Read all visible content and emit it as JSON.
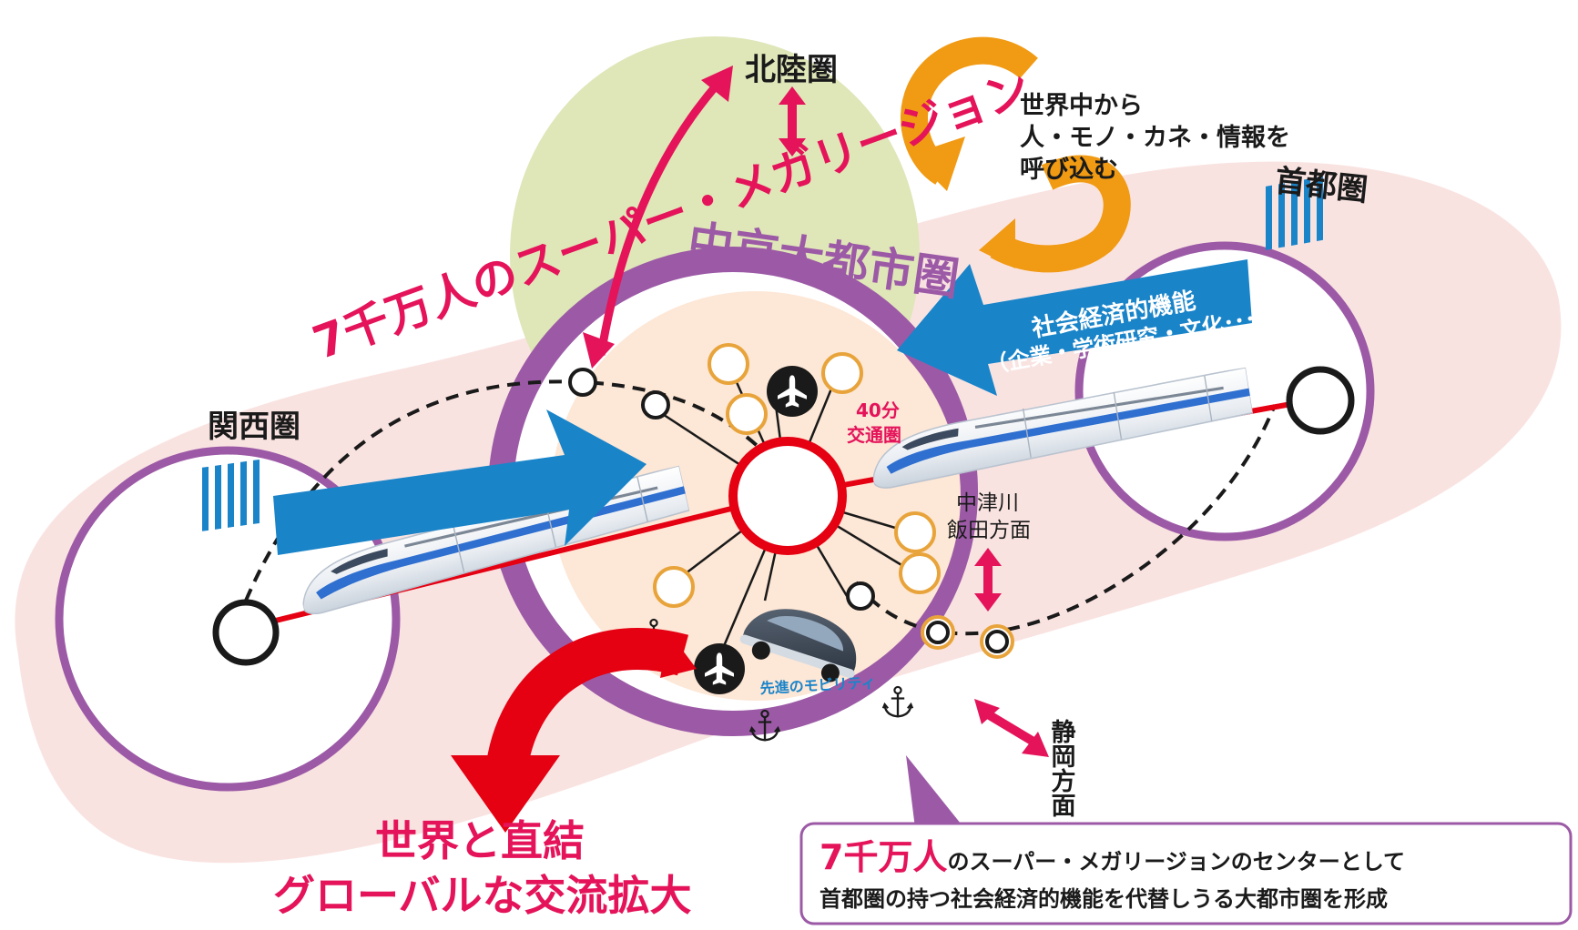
{
  "colors": {
    "pink_band": "#f9e3e1",
    "green_zone": "#dfe6b8",
    "peach_zone": "#fde7d6",
    "purple_ring": "#9c5aa6",
    "magenta": "#e4135a",
    "red": "#e50012",
    "blue": "#1a84c9",
    "orange": "#f19a13",
    "gold_node": "#e8a43b",
    "black": "#1a1a1a"
  },
  "labels": {
    "hokuriku": "北陸圏",
    "kansai": "関西圏",
    "shutoken": "首都圏",
    "chukyo": "中京大都市圏",
    "megaregion": "7千万人のスーパー・メガリージョン",
    "world_line1": "世界中から",
    "world_line2": "人・モノ・カネ・情報を",
    "world_line3": "呼び込む",
    "functions_line1": "社会経済的機能",
    "functions_line2": "（企業・学術研究・文化･･･）",
    "commute_line1": "40分",
    "commute_line2": "交通圏",
    "nakatsugawa_line1": "中津川",
    "nakatsugawa_line2": "飯田方面",
    "shizuoka": "静岡方面",
    "mobility": "先進のモビリティ",
    "global_line1": "世界と直結",
    "global_line2": "グローバルな交流拡大",
    "center_highlight": "7千万人",
    "center_line1_rest": "のスーパー・メガリージョンのセンターとして",
    "center_line2": "首都圏の持つ社会経済的機能を代替しうる大都市圏を形成"
  },
  "icons": [
    "airplane-icon",
    "anchor-icon",
    "train-icon",
    "car-icon",
    "arrow-icon"
  ]
}
